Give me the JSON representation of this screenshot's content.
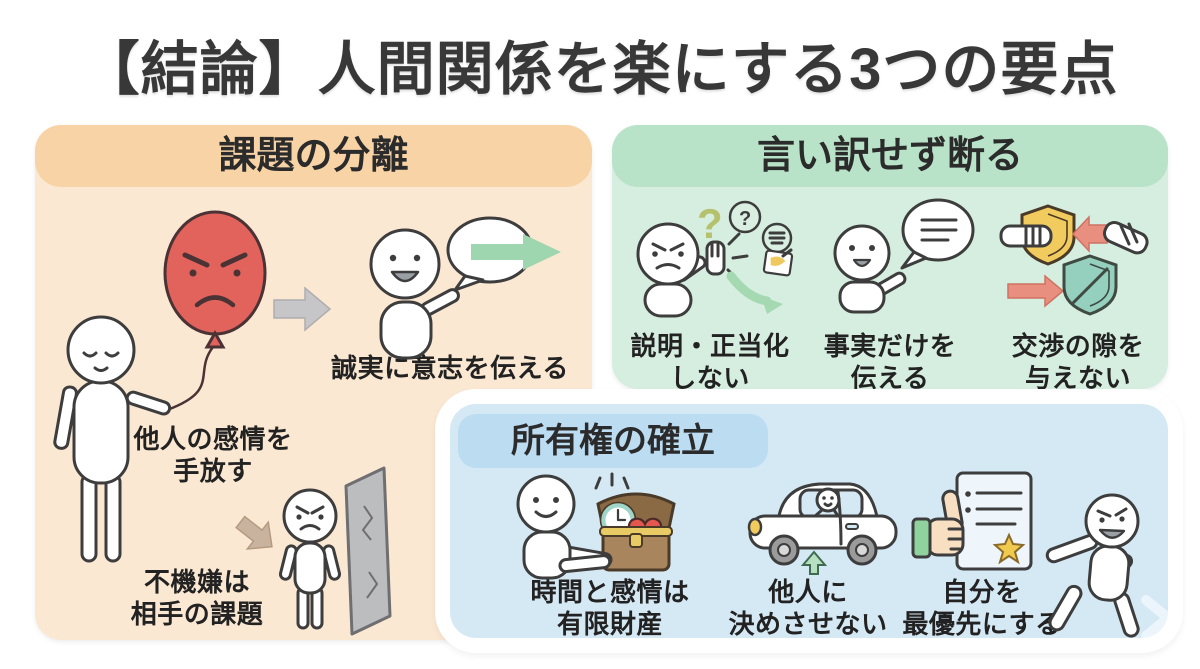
{
  "title": "【結論】人間関係を楽にする3つの要点",
  "panels": {
    "task_separation": {
      "header": "課題の分離",
      "captions": {
        "convey": "誠実に意志を伝える",
        "letgo": [
          "他人の感情を",
          "手放す"
        ],
        "mood": [
          "不機嫌は",
          "相手の課題"
        ]
      }
    },
    "refuse": {
      "header": "言い訳せず断る",
      "qmark_large": "?",
      "qmark_bubble": "?",
      "items": [
        {
          "icon": "stop-hand-scene",
          "lines": [
            "説明・正当化",
            "しない"
          ]
        },
        {
          "icon": "fact-speech-scene",
          "lines": [
            "事実だけを",
            "伝える"
          ]
        },
        {
          "icon": "shields-scene",
          "lines": [
            "交渉の隙を",
            "与えない"
          ]
        }
      ]
    },
    "ownership": {
      "header": "所有権の確立",
      "items": [
        {
          "icon": "treasure-chest-scene",
          "lines": [
            "時間と感情は",
            "有限財産"
          ]
        },
        {
          "icon": "car-scene",
          "lines": [
            "他人に",
            "決めさせない"
          ]
        },
        {
          "icon": "thumbs-up-scene",
          "lines": [
            "自分を",
            "最優先にする"
          ]
        }
      ]
    }
  },
  "colors": {
    "panel_orange_bg": "#fbe8d2",
    "panel_orange_header": "#f7d3a6",
    "panel_green_bg": "#d6eee0",
    "panel_green_header": "#b9e3c9",
    "panel_blue_bg": "#d5e9f5",
    "panel_blue_header": "#bcdcf2",
    "balloon_red": "#e2635c",
    "arrow_gray": "#c6c6c9",
    "arrow_tan": "#c9b39e",
    "arrow_green": "#9ed6b0",
    "arrow_salmon": "#e98f7f",
    "shield_yellow": "#f2cb5e",
    "shield_teal": "#95cfbd",
    "heart_red": "#e2584f",
    "star_yellow": "#f0c94f",
    "cuff_green": "#90d29e",
    "chest_brown": "#a8855c",
    "clock_teal": "#9fd6c9",
    "outline_dark": "#3d3d3d"
  }
}
